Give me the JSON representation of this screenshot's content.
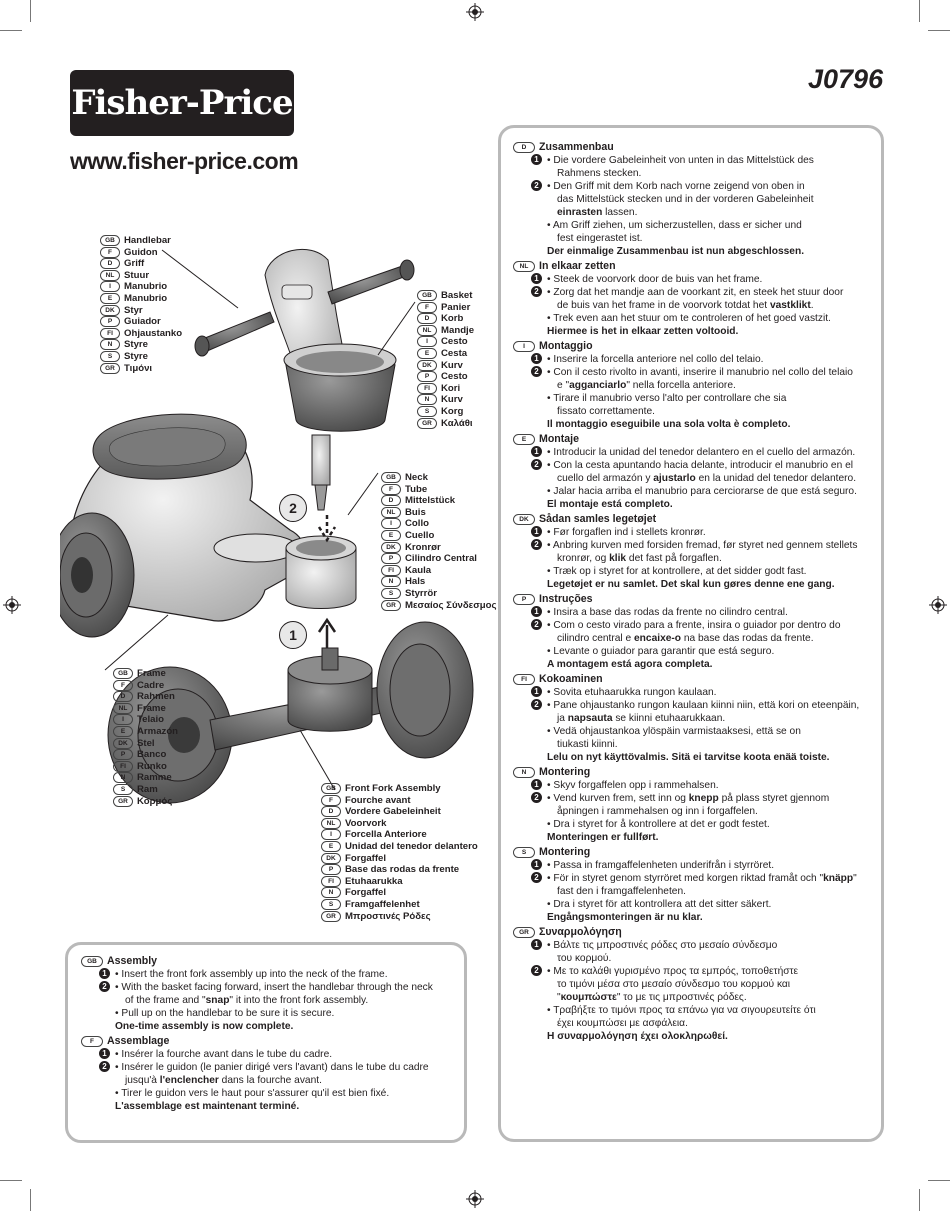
{
  "header": {
    "brand": "Fisher-Price",
    "url": "www.fisher-price.com",
    "product_code": "J0796"
  },
  "labels": {
    "handlebar": [
      [
        "GB",
        "Handlebar"
      ],
      [
        "F",
        "Guidon"
      ],
      [
        "D",
        "Griff"
      ],
      [
        "NL",
        "Stuur"
      ],
      [
        "I",
        "Manubrio"
      ],
      [
        "E",
        "Manubrio"
      ],
      [
        "DK",
        "Styr"
      ],
      [
        "P",
        "Guiador"
      ],
      [
        "FI",
        "Ohjaustanko"
      ],
      [
        "N",
        "Styre"
      ],
      [
        "S",
        "Styre"
      ],
      [
        "GR",
        "Τιμόνι"
      ]
    ],
    "basket": [
      [
        "GB",
        "Basket"
      ],
      [
        "F",
        "Panier"
      ],
      [
        "D",
        "Korb"
      ],
      [
        "NL",
        "Mandje"
      ],
      [
        "I",
        "Cesto"
      ],
      [
        "E",
        "Cesta"
      ],
      [
        "DK",
        "Kurv"
      ],
      [
        "P",
        "Cesto"
      ],
      [
        "FI",
        "Kori"
      ],
      [
        "N",
        "Kurv"
      ],
      [
        "S",
        "Korg"
      ],
      [
        "GR",
        "Καλάθι"
      ]
    ],
    "neck": [
      [
        "GB",
        "Neck"
      ],
      [
        "F",
        "Tube"
      ],
      [
        "D",
        "Mittelstück"
      ],
      [
        "NL",
        "Buis"
      ],
      [
        "I",
        "Collo"
      ],
      [
        "E",
        "Cuello"
      ],
      [
        "DK",
        "Kronrør"
      ],
      [
        "P",
        "Cilindro Central"
      ],
      [
        "FI",
        "Kaula"
      ],
      [
        "N",
        "Hals"
      ],
      [
        "S",
        "Styrrör"
      ],
      [
        "GR",
        "Μεσαίος Σύνδεσμος"
      ]
    ],
    "frame": [
      [
        "GB",
        "Frame"
      ],
      [
        "F",
        "Cadre"
      ],
      [
        "D",
        "Rahmen"
      ],
      [
        "NL",
        "Frame"
      ],
      [
        "I",
        "Telaio"
      ],
      [
        "E",
        "Armazón"
      ],
      [
        "DK",
        "Stel"
      ],
      [
        "P",
        "Banco"
      ],
      [
        "FI",
        "Runko"
      ],
      [
        "N",
        "Ramme"
      ],
      [
        "S",
        "Ram"
      ],
      [
        "GR",
        "Κορμός"
      ]
    ],
    "fork": [
      [
        "GB",
        "Front Fork Assembly"
      ],
      [
        "F",
        "Fourche avant"
      ],
      [
        "D",
        "Vordere Gabeleinheit"
      ],
      [
        "NL",
        "Voorvork"
      ],
      [
        "I",
        "Forcella Anteriore"
      ],
      [
        "E",
        "Unidad del tenedor delantero"
      ],
      [
        "DK",
        "Forgaffel"
      ],
      [
        "P",
        "Base das rodas da frente"
      ],
      [
        "FI",
        "Etuhaarukka"
      ],
      [
        "N",
        "Forgaffel"
      ],
      [
        "S",
        "Framgaffelenhet"
      ],
      [
        "GR",
        "Μπροστινές Ρόδες"
      ]
    ]
  },
  "callouts": {
    "one": "1",
    "two": "2"
  },
  "left_sections": [
    {
      "lang": "GB",
      "title": "Assembly",
      "lines": [
        {
          "n": "1",
          "t": "• Insert the front fork assembly up into the neck of the frame."
        },
        {
          "n": "2",
          "t": "• With the basket facing forward, insert the handlebar through the neck"
        },
        {
          "c": "of the frame and \"snap\" it into the front fork assembly."
        },
        {
          "b": "• Pull up on the handlebar to be sure it is secure."
        },
        {
          "f": "One-time assembly is now complete."
        }
      ]
    },
    {
      "lang": "F",
      "title": "Assemblage",
      "lines": [
        {
          "n": "1",
          "t": "• Insérer la fourche avant dans le tube du cadre."
        },
        {
          "n": "2",
          "t": "• Insérer le guidon (le panier dirigé vers l'avant) dans le tube du cadre"
        },
        {
          "c": "jusqu'à l'enclencher dans la fourche avant."
        },
        {
          "b": "• Tirer le guidon vers le haut pour s'assurer qu'il est bien fixé."
        },
        {
          "f": "L'assemblage est maintenant terminé."
        }
      ]
    }
  ],
  "right_sections": [
    {
      "lang": "D",
      "title": "Zusammenbau",
      "lines": [
        {
          "n": "1",
          "t": "• Die vordere Gabeleinheit von unten in das Mittelstück des"
        },
        {
          "c": "Rahmens stecken."
        },
        {
          "n": "2",
          "t": "• Den Griff mit dem Korb nach vorne zeigend von oben in"
        },
        {
          "c": "das Mittelstück stecken und in der vorderen Gabeleinheit"
        },
        {
          "c": "einrasten lassen."
        },
        {
          "b": "• Am Griff ziehen, um sicherzustellen, dass er sicher und"
        },
        {
          "c": "fest eingerastet ist."
        },
        {
          "f": "Der einmalige Zusammenbau ist nun abgeschlossen."
        }
      ]
    },
    {
      "lang": "NL",
      "title": "In elkaar zetten",
      "lines": [
        {
          "n": "1",
          "t": "• Steek de voorvork door de buis van het frame."
        },
        {
          "n": "2",
          "t": "• Zorg dat het mandje aan de voorkant zit, en steek het stuur door"
        },
        {
          "c": "de buis van het frame in de voorvork totdat het vastklikt."
        },
        {
          "b": "• Trek even aan het stuur om te controleren of het goed vastzit."
        },
        {
          "f": "Hiermee is het in elkaar zetten voltooid."
        }
      ]
    },
    {
      "lang": "I",
      "title": "Montaggio",
      "lines": [
        {
          "n": "1",
          "t": "• Inserire la forcella anteriore nel collo del telaio."
        },
        {
          "n": "2",
          "t": "• Con il cesto rivolto in avanti, inserire il manubrio nel collo del telaio"
        },
        {
          "c": "e \"agganciarlo\" nella forcella anteriore."
        },
        {
          "b": "• Tirare il manubrio verso l'alto per controllare che sia"
        },
        {
          "c": "fissato correttamente."
        },
        {
          "f": "Il montaggio eseguibile una sola volta è completo."
        }
      ]
    },
    {
      "lang": "E",
      "title": "Montaje",
      "lines": [
        {
          "n": "1",
          "t": "• Introducir la unidad del tenedor delantero en el cuello del armazón."
        },
        {
          "n": "2",
          "t": "• Con la cesta apuntando hacia delante, introducir el manubrio en el"
        },
        {
          "c": "cuello del armazón y ajustarlo en la unidad del tenedor delantero."
        },
        {
          "b": "• Jalar hacia arriba el manubrio para cerciorarse de que está seguro."
        },
        {
          "f": "El montaje está completo."
        }
      ]
    },
    {
      "lang": "DK",
      "title": "Sådan samles legetøjet",
      "lines": [
        {
          "n": "1",
          "t": "• Før forgaflen ind i stellets kronrør."
        },
        {
          "n": "2",
          "t": "• Anbring kurven med forsiden fremad, før styret ned gennem stellets"
        },
        {
          "c": "kronrør, og klik det fast på forgaflen."
        },
        {
          "b": "• Træk op i styret for at kontrollere, at det sidder godt fast."
        },
        {
          "f": "Legetøjet er nu samlet. Det skal kun gøres denne ene gang."
        }
      ]
    },
    {
      "lang": "P",
      "title": "Instruções",
      "lines": [
        {
          "n": "1",
          "t": "• Insira a base das rodas da frente no cilindro central."
        },
        {
          "n": "2",
          "t": "• Com o cesto virado para a frente, insira o guiador por dentro do"
        },
        {
          "c": "cilindro central e encaixe-o na base das rodas da frente."
        },
        {
          "b": "• Levante o guiador para garantir que está seguro."
        },
        {
          "f": "A montagem está agora completa."
        }
      ]
    },
    {
      "lang": "FI",
      "title": "Kokoaminen",
      "lines": [
        {
          "n": "1",
          "t": "• Sovita etuhaarukka rungon kaulaan."
        },
        {
          "n": "2",
          "t": "• Pane ohjaustanko rungon kaulaan kiinni niin, että kori on eteenpäin,"
        },
        {
          "c": "ja napsauta se kiinni etuhaarukkaan."
        },
        {
          "b": "• Vedä ohjaustankoa ylöspäin varmistaaksesi, että se on"
        },
        {
          "c": "tiukasti kiinni."
        },
        {
          "f": "Lelu on nyt käyttövalmis. Sitä ei tarvitse koota enää toiste."
        }
      ]
    },
    {
      "lang": "N",
      "title": "Montering",
      "lines": [
        {
          "n": "1",
          "t": "• Skyv forgaffelen opp i rammehalsen."
        },
        {
          "n": "2",
          "t": "• Vend kurven frem, sett inn og knepp på plass styret gjennom"
        },
        {
          "c": "åpningen i rammehalsen og inn i forgaffelen."
        },
        {
          "b": "• Dra i styret for å kontrollere at det er godt festet."
        },
        {
          "f": "Monteringen er fullført."
        }
      ]
    },
    {
      "lang": "S",
      "title": "Montering",
      "lines": [
        {
          "n": "1",
          "t": "• Passa in framgaffelenheten underifrån i styrröret."
        },
        {
          "n": "2",
          "t": "• För in styret genom styrröret med korgen riktad framåt och \"knäpp\""
        },
        {
          "c": "fast den i framgaffelenheten."
        },
        {
          "b": "• Dra i styret för att kontrollera att det sitter säkert."
        },
        {
          "f": "Engångsmonteringen är nu klar."
        }
      ]
    },
    {
      "lang": "GR",
      "title": "Συναρμολόγηση",
      "lines": [
        {
          "n": "1",
          "t": "• Βάλτε τις μπροστινές ρόδες στο μεσαίο σύνδεσμο"
        },
        {
          "c": "του κορμού."
        },
        {
          "n": "2",
          "t": "• Με το καλάθι γυρισμένο προς τα εμπρός, τοποθετήστε"
        },
        {
          "c": "το τιμόνι μέσα στο μεσαίο σύνδεσμο του κορμού και"
        },
        {
          "c": "\"κουμπώστε\" το με τις μπροστινές ρόδες."
        },
        {
          "b": "• Τραβήξτε το τιμόνι προς τα επάνω για να σιγουρευτείτε ότι"
        },
        {
          "c": "έχει κουμπώσει με ασφάλεια."
        },
        {
          "f": "Η συναρμολόγηση έχει ολοκληρωθεί."
        }
      ]
    }
  ]
}
